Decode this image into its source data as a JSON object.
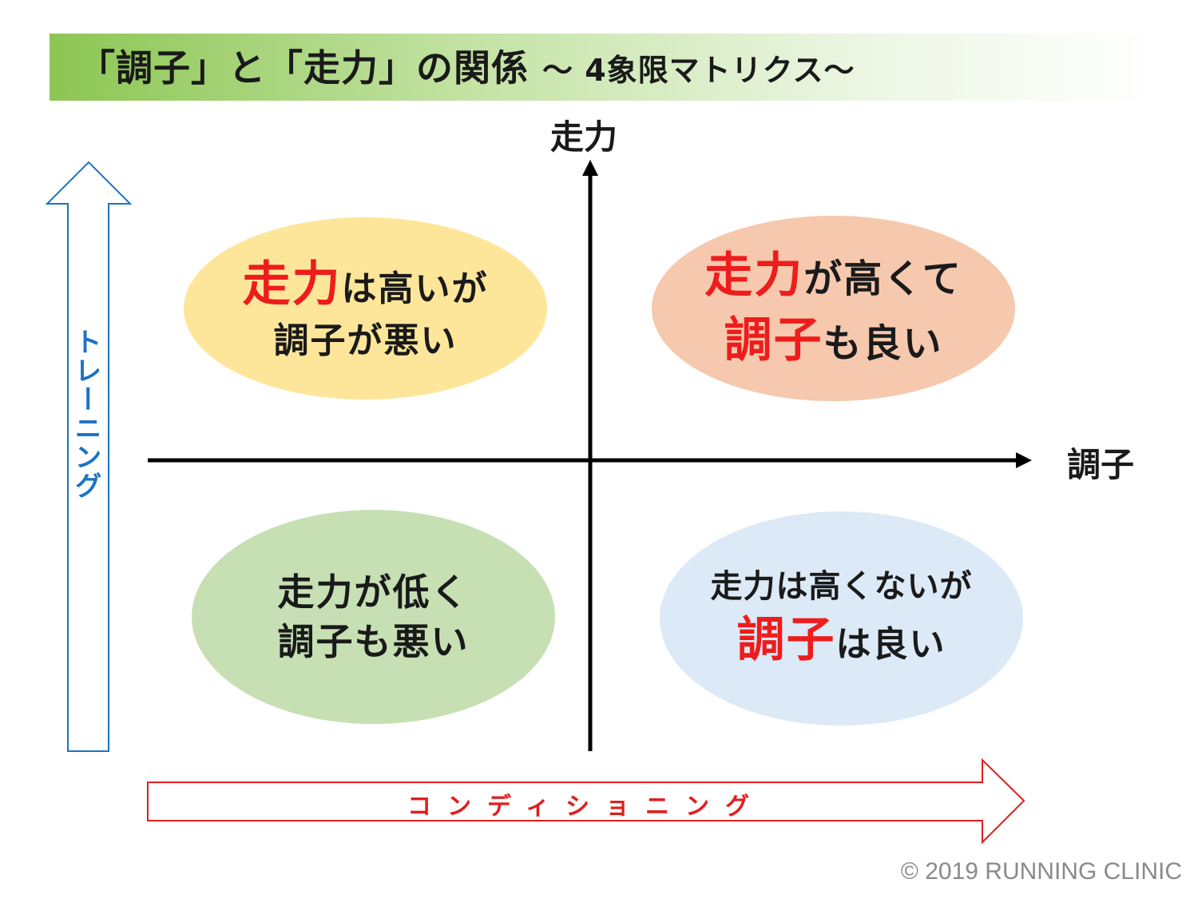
{
  "title": {
    "main": "「調子」と「走力」の関係",
    "sub": "〜 4象限マトリクス〜"
  },
  "axes": {
    "y_label": "走力",
    "x_label": "調子"
  },
  "quadrants": {
    "top_left": {
      "line1_highlight": "走力",
      "line1_rest": "は高いが",
      "line2": "調子が悪い",
      "fill": "#fde69a"
    },
    "top_right": {
      "line1_highlight": "走力",
      "line1_rest": "が高くて",
      "line2_highlight": "調子",
      "line2_rest": "も良い",
      "fill": "#f6c8ad"
    },
    "bottom_left": {
      "line1": "走力が低く",
      "line2": "調子も悪い",
      "fill": "#c6e0b4"
    },
    "bottom_right": {
      "line1": "走力は高くないが",
      "line2_highlight": "調子",
      "line2_rest": "は良い",
      "fill": "#dce9f6"
    }
  },
  "side_arrow": {
    "label": "トレーニング",
    "color": "#1a73c4"
  },
  "bottom_arrow": {
    "label": "コンディショニング",
    "color": "#e01e1e"
  },
  "copyright": "© 2019 RUNNING CLINIC"
}
